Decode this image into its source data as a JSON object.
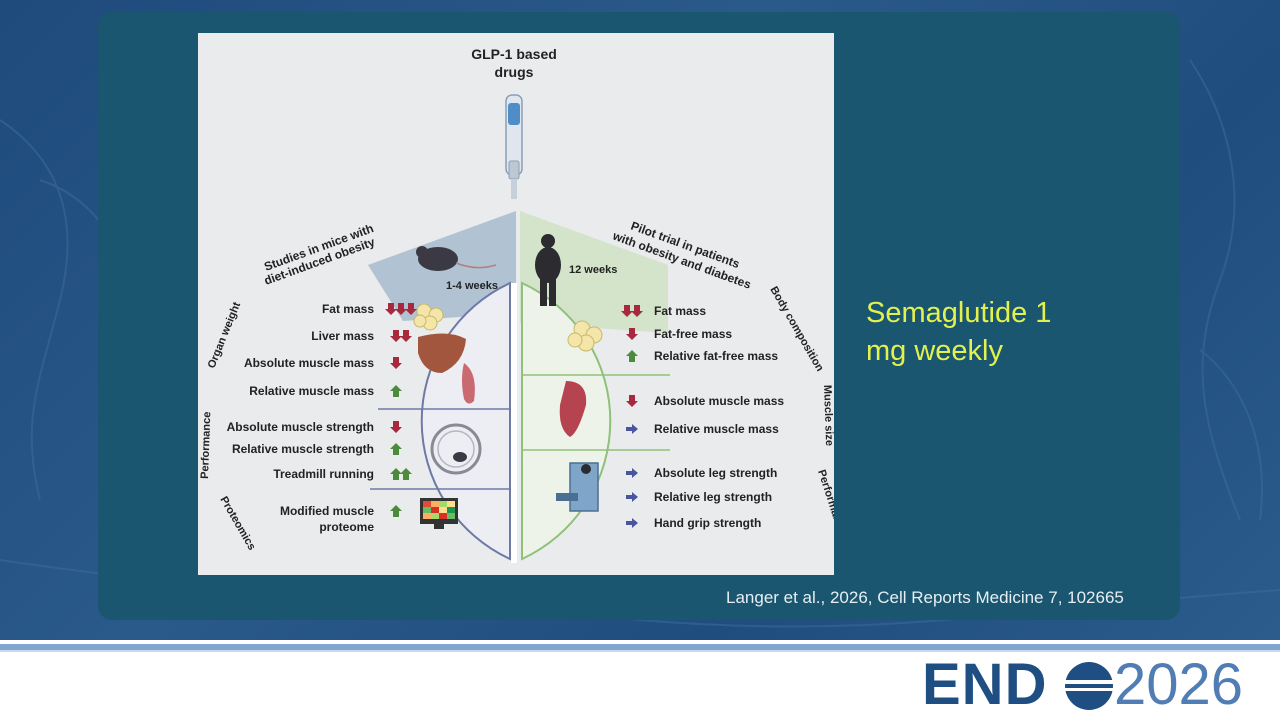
{
  "figure": {
    "title_line1": "GLP-1 based",
    "title_line2": "drugs",
    "left": {
      "header_line1": "Studies in mice with",
      "header_line2": "diet-induced obesity",
      "duration": "1-4 weeks",
      "side_labels": [
        "Organ weight",
        "Performance",
        "Proteomics"
      ],
      "rows": [
        {
          "label": "Fat mass",
          "arrows": "down-3"
        },
        {
          "label": "Liver mass",
          "arrows": "down-2"
        },
        {
          "label": "Absolute muscle mass",
          "arrows": "down-1"
        },
        {
          "label": "Relative muscle mass",
          "arrows": "up-1"
        },
        {
          "label": "Absolute muscle strength",
          "arrows": "down-1"
        },
        {
          "label": "Relative muscle strength",
          "arrows": "up-1"
        },
        {
          "label": "Treadmill running",
          "arrows": "up-2"
        },
        {
          "label": "Modified muscle",
          "arrows": "up-1"
        },
        {
          "label": "proteome",
          "arrows": ""
        }
      ]
    },
    "right": {
      "header_line1": "Pilot trial in patients",
      "header_line2": "with obesity and diabetes",
      "duration": "12 weeks",
      "side_labels": [
        "Body composition",
        "Muscle size",
        "Performance"
      ],
      "rows": [
        {
          "label": "Fat mass",
          "arrows": "down-2"
        },
        {
          "label": "Fat-free mass",
          "arrows": "down-1"
        },
        {
          "label": "Relative fat-free mass",
          "arrows": "up-1"
        },
        {
          "label": "Absolute muscle mass",
          "arrows": "down-1"
        },
        {
          "label": "Relative muscle mass",
          "arrows": "right-1"
        },
        {
          "label": "Absolute leg strength",
          "arrows": "right-1"
        },
        {
          "label": "Relative leg strength",
          "arrows": "right-1"
        },
        {
          "label": "Hand grip strength",
          "arrows": "right-1"
        }
      ]
    }
  },
  "slide": {
    "highlight_line1": "Semaglutide 1",
    "highlight_line2": "mg weekly",
    "citation": "Langer et al., 2026, Cell Reports Medicine 7, 102665",
    "logo_text": "END",
    "logo_year": "2026"
  },
  "colors": {
    "down_arrow": "#a8283e",
    "up_arrow": "#4e8a3e",
    "right_arrow": "#4a55a0",
    "left_circle": "#6e7aa6",
    "right_circle": "#8fc17a",
    "highlight": "#e3f14d"
  }
}
